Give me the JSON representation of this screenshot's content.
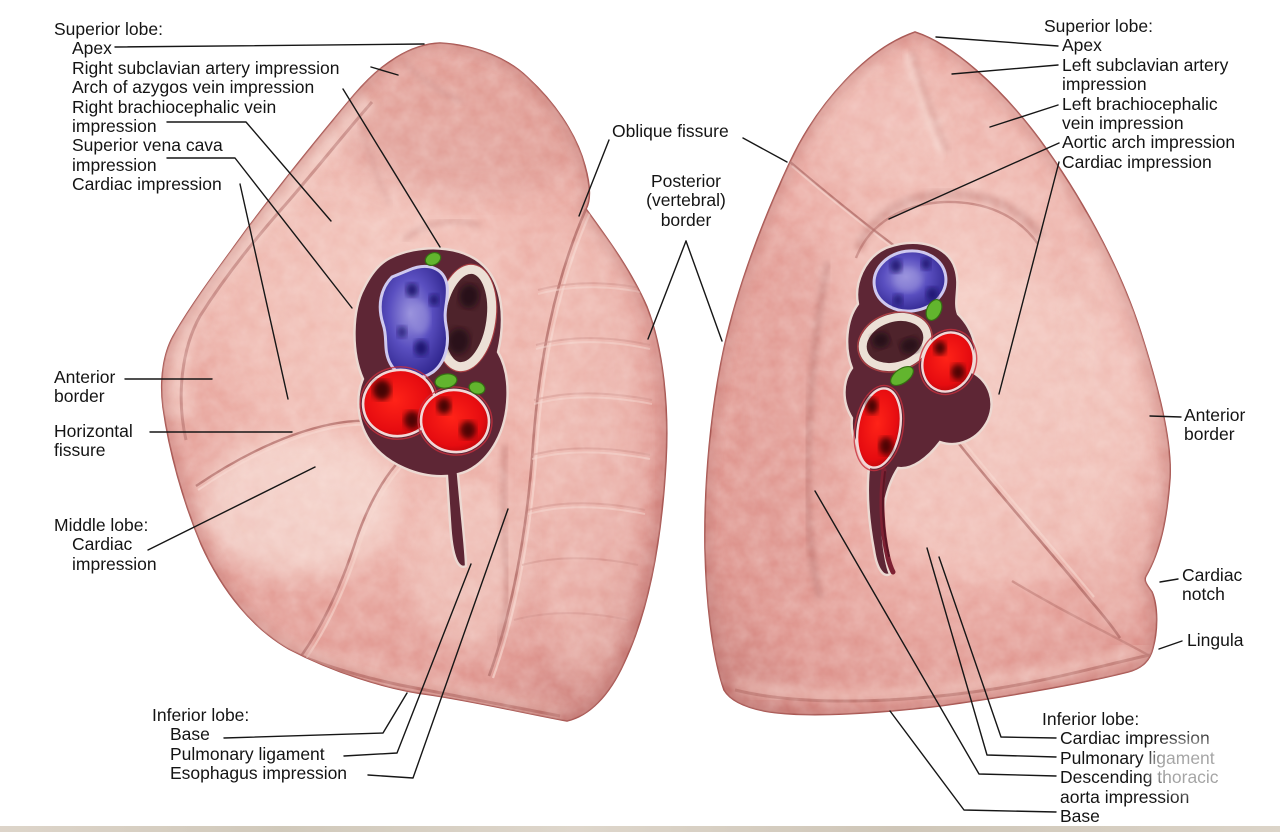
{
  "left_column": {
    "superior": {
      "heading": "Superior lobe:",
      "lines": [
        "Apex",
        "Right subclavian artery impression",
        "Arch of azygos vein impression",
        "Right brachiocephalic vein",
        "impression",
        "Superior vena cava",
        "impression",
        "Cardiac impression"
      ]
    },
    "anterior_border": {
      "lines": [
        "Anterior",
        "border"
      ]
    },
    "horizontal_fissure": {
      "lines": [
        "Horizontal",
        "fissure"
      ]
    },
    "middle": {
      "heading": "Middle lobe:",
      "lines": [
        "Cardiac",
        "impression"
      ]
    },
    "inferior": {
      "heading": "Inferior lobe:",
      "lines": [
        "Base",
        "Pulmonary ligament",
        "Esophagus impression"
      ]
    }
  },
  "center": {
    "oblique_fissure": "Oblique fissure",
    "posterior_border": {
      "lines": [
        "Posterior",
        "(vertebral)",
        "border"
      ]
    }
  },
  "right_column": {
    "superior": {
      "heading": "Superior lobe:",
      "lines": [
        "Apex",
        "Left subclavian artery",
        "impression",
        "Left brachiocephalic",
        "vein impression",
        "Aortic arch impression",
        "Cardiac impression"
      ]
    },
    "anterior_border": {
      "lines": [
        "Anterior",
        "border"
      ]
    },
    "cardiac_notch": {
      "lines": [
        "Cardiac",
        "notch"
      ]
    },
    "lingula": "Lingula",
    "inferior": {
      "heading": "Inferior lobe:",
      "lines": [
        "Cardiac impression",
        "Pulmonary ligament",
        "Descending thoracic",
        "aorta impression",
        "Base"
      ]
    }
  },
  "colors": {
    "background": "#ffffff",
    "label_text": "#141414",
    "leader_line": "#161616",
    "lung_base_pink": "#e8a29a",
    "lung_highlight": "#f7d8d0",
    "lung_shadow": "#c4716c",
    "hilum_dark": "#5e2635",
    "pulmonary_artery_blue": "#3a2fa0",
    "pulmonary_vein_red": "#e80d12",
    "bronchus_interior": "#4e232b",
    "bronchus_ring": "#ece0d6",
    "lymph_node_green": "#62b52e",
    "scan_strip": "#cfc5b6"
  }
}
